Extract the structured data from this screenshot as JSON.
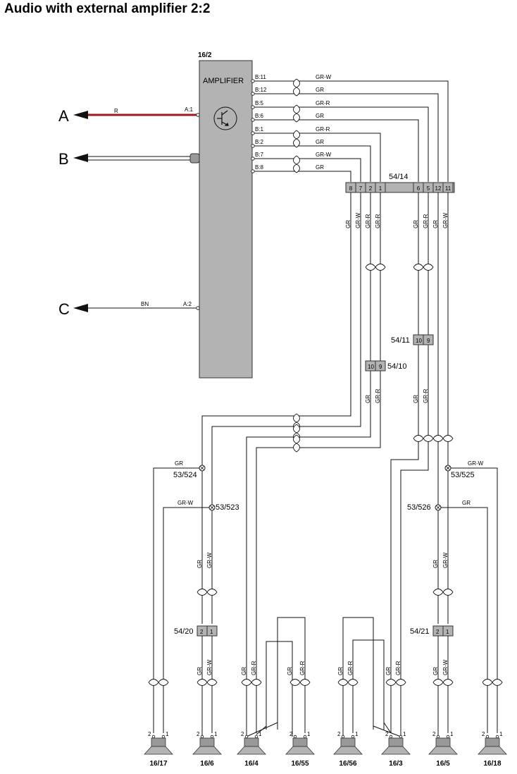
{
  "title": "Audio with external amplifier 2:2",
  "amplifier": {
    "id": "16/2",
    "label": "AMPLIFIER",
    "pins_b": [
      "B:11",
      "B:12",
      "B:5",
      "B:6",
      "B:1",
      "B:2",
      "B:7",
      "B:8"
    ],
    "wires_b": [
      "GR-W",
      "GR",
      "GR-R",
      "GR",
      "GR-R",
      "GR",
      "GR-W",
      "GR"
    ],
    "pin_a1": "A:1",
    "pin_a2": "A:2"
  },
  "inputs": {
    "a": {
      "letter": "A",
      "color": "R"
    },
    "b": {
      "letter": "B"
    },
    "c": {
      "letter": "C",
      "color": "BN"
    }
  },
  "connectors": {
    "c5414": {
      "label": "54/14",
      "pins": [
        "8",
        "7",
        "2",
        "1",
        "6",
        "5",
        "12",
        "11"
      ]
    },
    "c5411": {
      "label": "54/11",
      "pins": [
        "10",
        "9"
      ]
    },
    "c5410": {
      "label": "54/10",
      "pins": [
        "10",
        "9"
      ]
    },
    "c5420": {
      "label": "54/20",
      "pins": [
        "2",
        "1"
      ]
    },
    "c5421": {
      "label": "54/21",
      "pins": [
        "2",
        "1"
      ]
    }
  },
  "splices": {
    "s524": {
      "label": "53/524",
      "wire": "GR"
    },
    "s523": {
      "label": "53/523",
      "wire": "GR-W"
    },
    "s525": {
      "label": "53/525",
      "wire": "GR-W"
    },
    "s526": {
      "label": "53/526",
      "wire": "GR"
    }
  },
  "vlabels": {
    "top": [
      "GR",
      "GR-W",
      "GR-R",
      "GR-R",
      "GR",
      "GR-R",
      "GR",
      "GR-W"
    ],
    "mid": [
      "GR",
      "GR-R",
      "GR",
      "GR-R"
    ],
    "pairA": [
      "GR",
      "GR-W",
      "GR",
      "GR-W"
    ],
    "lower": [
      "GR",
      "GR-R",
      "GR",
      "GR-R",
      "GR",
      "GR-R",
      "GR",
      "GR-R"
    ],
    "pairB": [
      "GR",
      "GR-W",
      "GR",
      "GR-W"
    ]
  },
  "speakers": {
    "labels": [
      "16/17",
      "16/6",
      "16/4",
      "16/55",
      "16/56",
      "16/3",
      "16/5",
      "16/18"
    ],
    "pin_minus": "2",
    "pin_plus": "1"
  }
}
